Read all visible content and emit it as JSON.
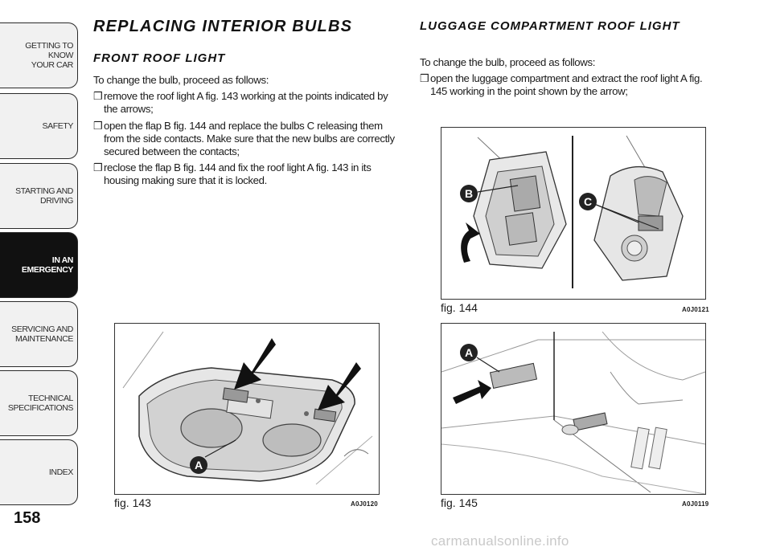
{
  "sidebar": {
    "tabs": [
      {
        "label": "GETTING TO KNOW\nYOUR CAR",
        "active": false
      },
      {
        "label": "SAFETY",
        "active": false
      },
      {
        "label": "STARTING AND\nDRIVING",
        "active": false
      },
      {
        "label": "IN AN\nEMERGENCY",
        "active": true
      },
      {
        "label": "SERVICING AND\nMAINTENANCE",
        "active": false
      },
      {
        "label": "TECHNICAL\nSPECIFICATIONS",
        "active": false
      },
      {
        "label": "INDEX",
        "active": false
      }
    ],
    "page_number": "158"
  },
  "left": {
    "title": "REPLACING INTERIOR BULBS",
    "subtitle": "FRONT ROOF LIGHT",
    "intro": "To change the bulb, proceed as follows:",
    "bullet_mark": "❒",
    "bullets": [
      "remove the roof light A fig. 143 working at the points indicated by the arrows;",
      "open the flap B fig. 144 and replace the bulbs C releasing them from the side contacts. Make sure that the new bulbs are correctly secured between the contacts;",
      "reclose the flap B fig. 144 and fix the roof light A fig. 143 in its housing making sure that it is locked."
    ]
  },
  "right": {
    "subtitle": "LUGGAGE COMPARTMENT ROOF LIGHT",
    "intro": "To change the bulb, proceed as follows:",
    "bullets": [
      "open the luggage compartment and extract the roof light A fig. 145 working in the point shown by the arrow;"
    ]
  },
  "figures": {
    "fig143": {
      "caption": "fig. 143",
      "code": "A0J0120",
      "callout": "A"
    },
    "fig144": {
      "caption": "fig. 144",
      "code": "A0J0121",
      "callout_b": "B",
      "callout_c": "C"
    },
    "fig145": {
      "caption": "fig. 145",
      "code": "A0J0119",
      "callout": "A"
    }
  },
  "watermark": "carmanualsonline.info"
}
